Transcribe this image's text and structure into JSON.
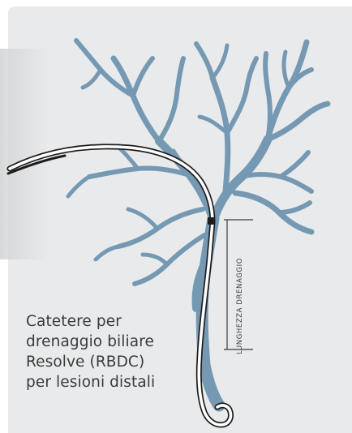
{
  "caption": {
    "line1": "Catetere per",
    "line2": "drenaggio biliare",
    "line3": "Resolve (RBDC)",
    "line4": "per lesioni distali"
  },
  "dimension_label": "LUNGHEZZA DRENAGGIO",
  "colors": {
    "background": "#e9eaeb",
    "duct": "#7699b3",
    "catheter_outline": "#1d1d1d",
    "catheter_fill": "#ffffff",
    "marker": "#1d1d1d",
    "text": "#3b3b3b"
  },
  "icons": {
    "biliary_tree": "biliary-tree-illustration",
    "catheter": "drainage-catheter-illustration"
  }
}
